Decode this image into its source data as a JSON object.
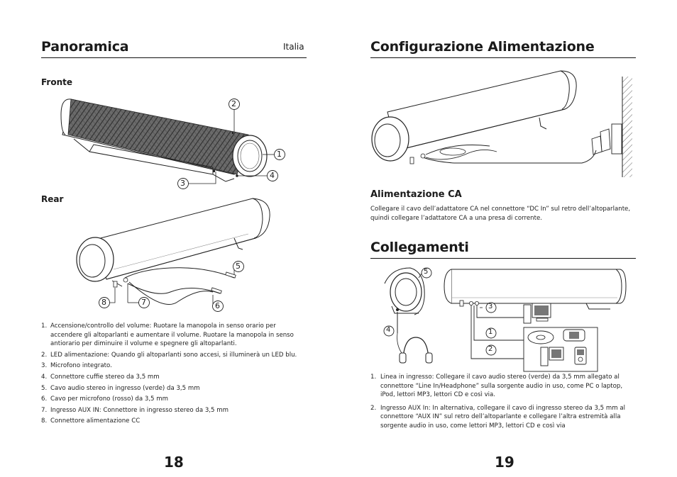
{
  "left_page": {
    "title": "Panoramica",
    "country": "Italia",
    "front_label": "Fronte",
    "rear_label": "Rear",
    "front_callouts": [
      "1",
      "2",
      "3",
      "4"
    ],
    "rear_callouts": [
      "5",
      "6",
      "7",
      "8"
    ],
    "items": [
      {
        "n": "1.",
        "text": "Accensione/controllo del volume: Ruotare la manopola in senso orario per accendere gli altoparlanti e aumentare il volume. Ruotare la manopola in senso antiorario per diminuire il volume e spegnere gli altoparlanti."
      },
      {
        "n": "2.",
        "text": "LED alimentazione: Quando gli altoparlanti sono accesi, si illuminerà un LED blu."
      },
      {
        "n": "3.",
        "text": "Microfono integrato."
      },
      {
        "n": "4.",
        "text": "Connettore cuffie stereo da 3,5 mm"
      },
      {
        "n": "5.",
        "text": "Cavo audio stereo in ingresso (verde) da 3,5 mm"
      },
      {
        "n": "6.",
        "text": "Cavo per microfono (rosso) da 3,5 mm"
      },
      {
        "n": "7.",
        "text": "Ingresso AUX IN: Connettore in ingresso stereo da 3,5 mm"
      },
      {
        "n": "8.",
        "text": "Connettore alimentazione CC"
      }
    ],
    "page_number": "18"
  },
  "right_page": {
    "title1": "Configurazione Alimentazione",
    "ac_title": "Alimentazione CA",
    "ac_text": "Collegare il cavo dell’adattatore CA nel connettore “DC In” sul retro dell’altoparlante, quindi collegare l’adattatore CA a una presa di corrente.",
    "title2": "Collegamenti",
    "conn_callouts": [
      "5",
      "4",
      "3",
      "1",
      "2"
    ],
    "items": [
      {
        "n": "1.",
        "text": "Linea in ingresso: Collegare il cavo audio stereo (verde) da 3,5 mm allegato al connettore “Line In/Headphone” sulla sorgente audio in uso, come PC o laptop, iPod, lettori MP3, lettori CD e così via."
      },
      {
        "n": "2.",
        "text": "Ingresso AUX In: In alternativa, collegare il cavo di ingresso stereo da 3,5 mm al connettore “AUX IN” sul retro dell’altoparlante e collegare l’altra estremità alla sorgente audio in uso, come lettori MP3, lettori CD e così via"
      }
    ],
    "page_number": "19"
  }
}
